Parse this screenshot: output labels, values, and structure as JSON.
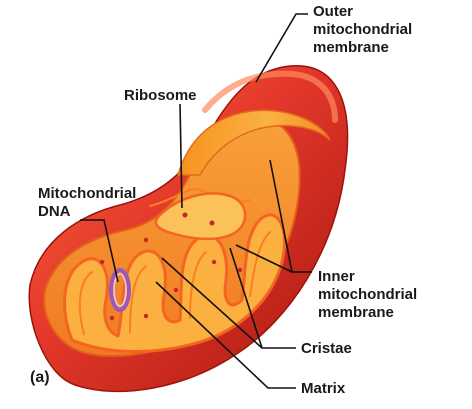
{
  "figure": {
    "panel_label": "(a)",
    "labels": {
      "outer_membrane": [
        "Outer",
        "mitochondrial",
        "membrane"
      ],
      "ribosome": [
        "Ribosome"
      ],
      "mitochondrial_dna": [
        "Mitochondrial",
        "DNA"
      ],
      "inner_membrane": [
        "Inner",
        "mitochondrial",
        "membrane"
      ],
      "cristae": [
        "Cristae"
      ],
      "matrix": [
        "Matrix"
      ]
    }
  },
  "colors": {
    "outer_membrane": "#e2372a",
    "outer_membrane_dark": "#b81e14",
    "intermembrane_space": "#f7931e",
    "inner_membrane": "#f15a24",
    "cristae_fill": "#fbb040",
    "matrix": "#f8a73a",
    "dna": "#9b59b6",
    "ribosome": "#c1272d",
    "leader_line": "#111111"
  }
}
